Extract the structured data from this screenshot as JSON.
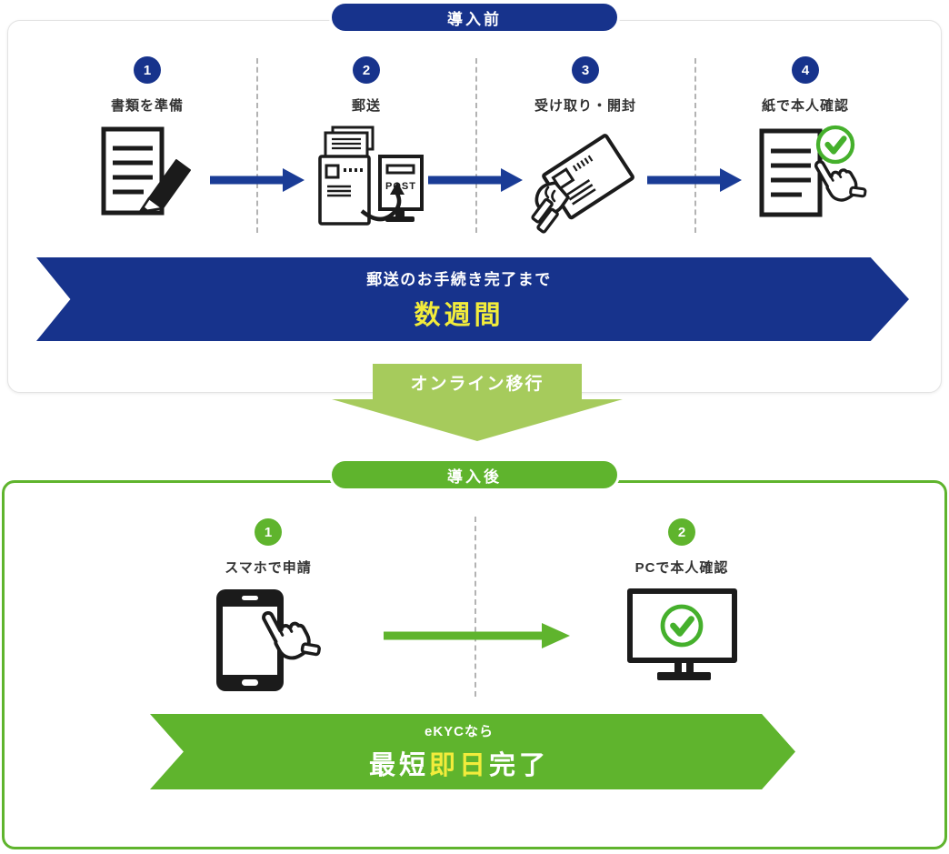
{
  "colors": {
    "navy": "#17338C",
    "green": "#5FB42D",
    "light_green": "#A6CB5C",
    "yellow": "#F2EC3B",
    "check_green": "#45B02C"
  },
  "before": {
    "badge_label": "導入前",
    "steps": [
      {
        "num": "1",
        "label": "書類を準備",
        "icon": "document-pencil-icon"
      },
      {
        "num": "2",
        "label": "郵送",
        "icon": "mailbox-post-icon"
      },
      {
        "num": "3",
        "label": "受け取り・開封",
        "icon": "hand-envelope-icon"
      },
      {
        "num": "4",
        "label": "紙で本人確認",
        "icon": "document-check-hand-icon"
      }
    ],
    "post_label": "POST",
    "banner": {
      "line1": "郵送のお手続き完了まで",
      "line2": "数週間"
    }
  },
  "transition": {
    "label": "オンライン移行"
  },
  "after": {
    "badge_label": "導入後",
    "steps": [
      {
        "num": "1",
        "label": "スマホで申請",
        "icon": "smartphone-tap-icon"
      },
      {
        "num": "2",
        "label": "PCで本人確認",
        "icon": "monitor-check-icon"
      }
    ],
    "banner": {
      "line1": "eKYCなら",
      "line2_white1": "最短",
      "line2_yellow": "即日",
      "line2_white2": "完了"
    }
  }
}
